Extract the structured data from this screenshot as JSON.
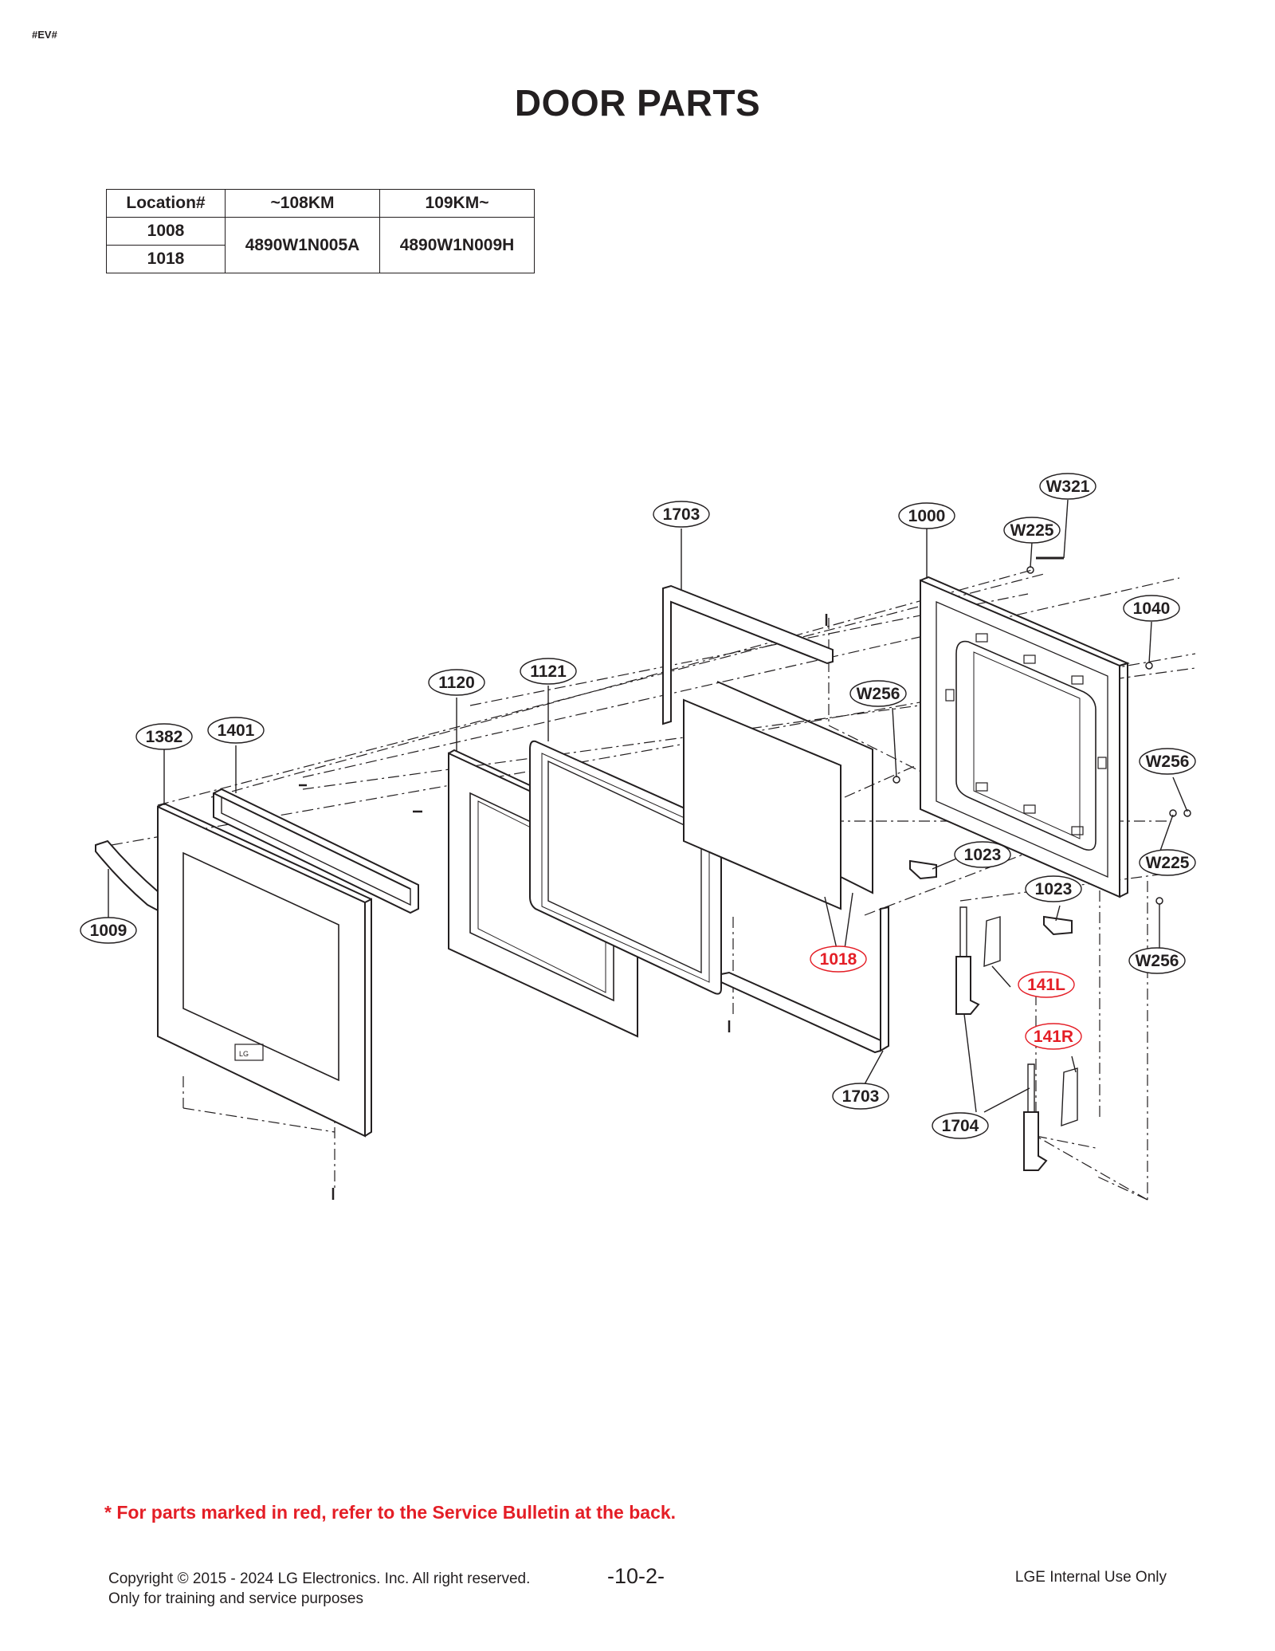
{
  "doc_tag": "#EV#",
  "title": "DOOR PARTS",
  "location_table": {
    "headers": [
      "Location#",
      "~108KM",
      "109KM~"
    ],
    "locations": [
      "1008",
      "1018"
    ],
    "part_108km": "4890W1N005A",
    "part_109km": "4890W1N009H"
  },
  "callouts": {
    "c1703a": "1703",
    "c1000": "1000",
    "cW321": "W321",
    "cW225a": "W225",
    "c1040": "1040",
    "c1121": "1121",
    "c1120": "1120",
    "cW256a": "W256",
    "c1382": "1382",
    "c1401": "1401",
    "cW256b": "W256",
    "c1023a": "1023",
    "cW225b": "W225",
    "c1023b": "1023",
    "c1009": "1009",
    "c1018": "1018",
    "c141L": "141L",
    "cW256c": "W256",
    "c141R": "141R",
    "c1703b": "1703",
    "c1704": "1704"
  },
  "colors": {
    "ink": "#231f20",
    "highlight": "#e41e26"
  },
  "note": "* For parts marked in red, refer to the Service Bulletin at the back.",
  "footer": {
    "copyright": "Copyright © 2015 - 2024 LG Electronics. Inc. All right reserved.",
    "training": "Only for training and service purposes",
    "page": "-10-2-",
    "internal": "LGE Internal Use Only"
  }
}
